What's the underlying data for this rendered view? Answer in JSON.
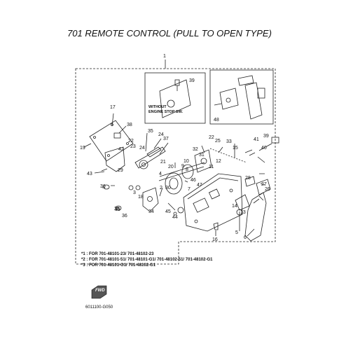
{
  "title": "701 REMOTE CONTROL (PULL TO OPEN TYPE)",
  "inset_caption": [
    "WITHOUT",
    "ENGINE STOP SW."
  ],
  "callouts": {
    "c1": "1",
    "c2": "2",
    "c3": "3",
    "c4": "4",
    "c5": "5",
    "c6": "6",
    "c7": "7",
    "c8": "8",
    "c9": "9",
    "c10": "10",
    "c11": "11",
    "c12": "12",
    "c13": "13",
    "c14": "14",
    "c15": "15",
    "c16": "16",
    "c17": "17",
    "c18": "18",
    "c19": "19",
    "c20": "20",
    "c21": "21",
    "c22a": "22",
    "c22b": "22",
    "c23": "23",
    "c24a": "24",
    "c24b": "24",
    "c25": "25",
    "c26": "26",
    "c27": "27",
    "c28": "28",
    "c29": "29",
    "c30": "30",
    "c31": "31",
    "c32": "32",
    "c33": "33",
    "c34": "34",
    "c35a": "35",
    "c35b": "35",
    "c36a": "36",
    "c36b": "36",
    "c37": "37",
    "c38": "38",
    "c39a": "39",
    "c39b": "39",
    "c40": "40",
    "c41": "41",
    "c42": "42",
    "c43": "43",
    "c44": "44",
    "c45": "45",
    "c46": "46",
    "c47": "47",
    "c48": "48"
  },
  "notes": [
    "*1 : FOR 701-48101-23/ 701-48102-23",
    "*2 : FOR 701-48101-51/ 701-48101-G1/ 701-48102-51/ 701-48102-G1",
    "*3 : FOR 701-48101-G1/ 701-48102-G1"
  ],
  "fwd_label": "FWD",
  "figure_code": "6011100-G050"
}
